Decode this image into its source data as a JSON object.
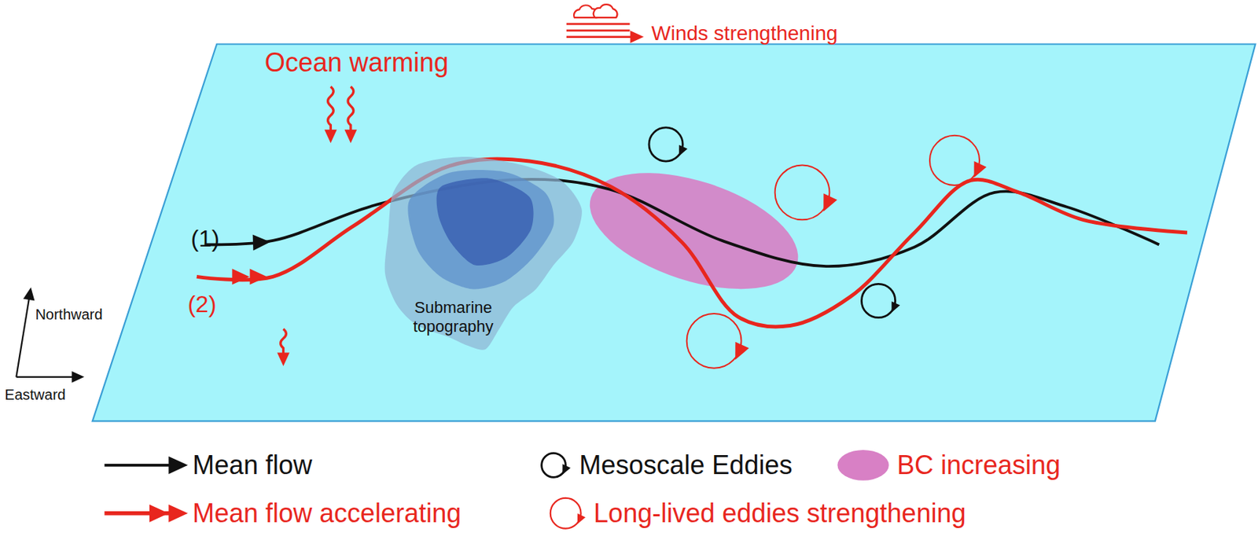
{
  "diagram": {
    "nodes": [
      {
        "text": [
          "Submarine topography"
        ]
      }
    ],
    "labels": [
      "Winds strengthening",
      "Ocean warming",
      "(1)",
      "(2)",
      "Northward",
      "Eastward"
    ],
    "legend": [
      {
        "text": "Mean flow"
      },
      {
        "text": "Mesoscale Eddies"
      },
      {
        "text": "BC increasing",
        "color": "#d880c5"
      },
      {
        "text": "Mean flow accelerating"
      },
      {
        "text": "Long-lived eddies strengthening"
      }
    ]
  }
}
